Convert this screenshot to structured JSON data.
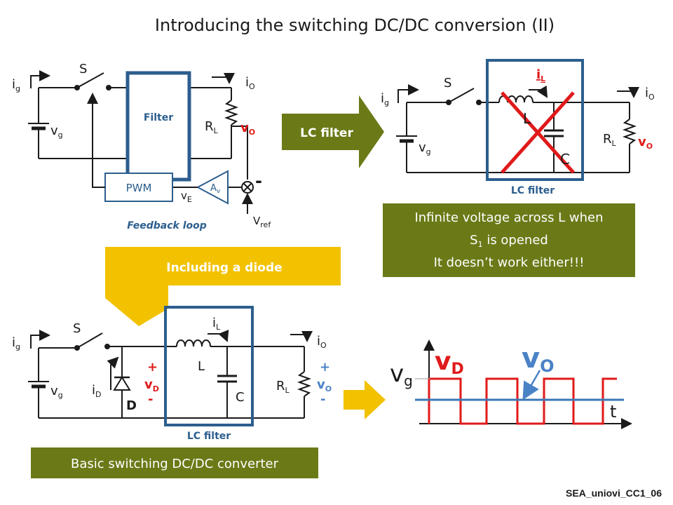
{
  "title": "Introducing the switching DC/DC conversion (II)",
  "footer": "SEA_uniovi_CC1_06",
  "circuit1": {
    "switch": "S",
    "ig": "i",
    "ig_sub": "g",
    "vg": "v",
    "vg_sub": "g",
    "filter": "Filter",
    "io": "i",
    "io_sub": "O",
    "rl": "R",
    "rl_sub": "L",
    "vo": "v",
    "vo_sub": "O",
    "pwm": "PWM",
    "ve": "v",
    "ve_sub": "E",
    "av": "A",
    "av_sub": "v",
    "minus": "-",
    "vref": "V",
    "vref_sub": "ref",
    "feedback": "Feedback loop"
  },
  "arrow1": "LC filter",
  "circuit2": {
    "switch": "S",
    "ig": "i",
    "ig_sub": "g",
    "vg": "v",
    "vg_sub": "g",
    "il": "i",
    "il_sub": "L",
    "inductor": "L",
    "capacitor": "C",
    "io": "i",
    "io_sub": "O",
    "rl": "R",
    "rl_sub": "L",
    "vo": "v",
    "vo_sub": "O",
    "filter_label": "LC filter"
  },
  "note": {
    "line1": "Infinite voltage across L when",
    "line2_a": "S",
    "line2_sub": "1",
    "line2_b": " is opened",
    "line3": "It doesn’t work either!!!"
  },
  "arrow2": "Including a diode",
  "circuit3": {
    "switch": "S",
    "ig": "i",
    "ig_sub": "g",
    "vg": "v",
    "vg_sub": "g",
    "id": "i",
    "id_sub": "D",
    "diode": "D",
    "plus": "+",
    "minus": "-",
    "vd": "v",
    "vd_sub": "D",
    "il": "i",
    "il_sub": "L",
    "inductor": "L",
    "capacitor": "C",
    "rl": "R",
    "rl_sub": "L",
    "io": "i",
    "io_sub": "O",
    "vo": "v",
    "vo_sub": "O",
    "filter_label": "LC filter"
  },
  "banner": "Basic switching DC/DC converter",
  "waveform": {
    "vg": "v",
    "vg_sub": "g",
    "vd": "v",
    "vd_sub": "D",
    "vo": "v",
    "vo_sub": "O",
    "t": "t"
  },
  "colors": {
    "accent_blue": "#2c5e8e",
    "olive": "#6b7a17",
    "gold": "#f2c200",
    "red": "#e01a1a",
    "wave_blue": "#3a78b5",
    "vo_blue": "#4a82c6"
  }
}
